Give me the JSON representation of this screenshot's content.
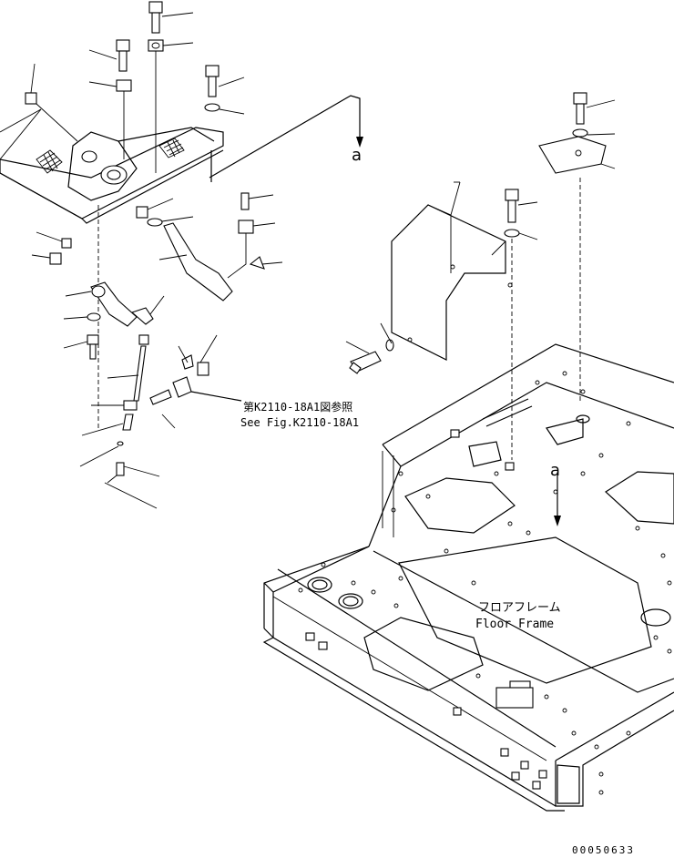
{
  "drawing": {
    "reference_jp": "第K2110-18A1図参照",
    "reference_en": "See Fig.K2110-18A1",
    "frame_label_jp": "フロアフレーム",
    "frame_label_en": "Floor Frame",
    "callout_top": "a",
    "callout_frame": "a",
    "drawing_id": "00050633"
  }
}
